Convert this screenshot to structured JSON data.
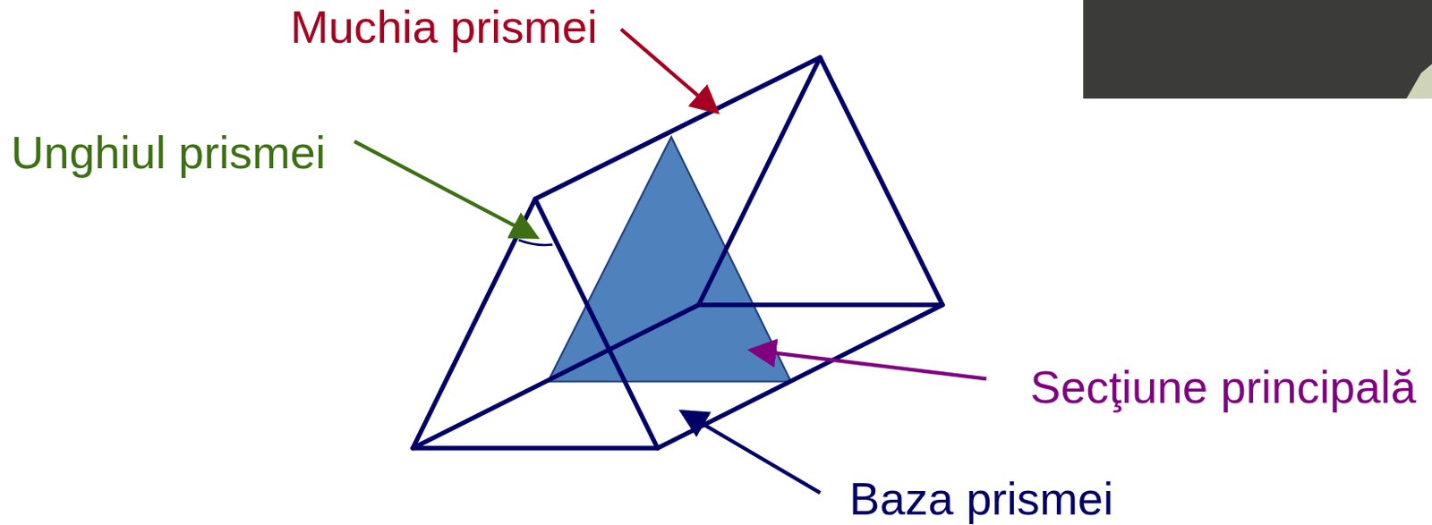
{
  "diagram": {
    "labels": [
      "Muchia prismei",
      "Unghiul prismei",
      "Secţiune principală",
      "Baza prismei"
    ]
  }
}
